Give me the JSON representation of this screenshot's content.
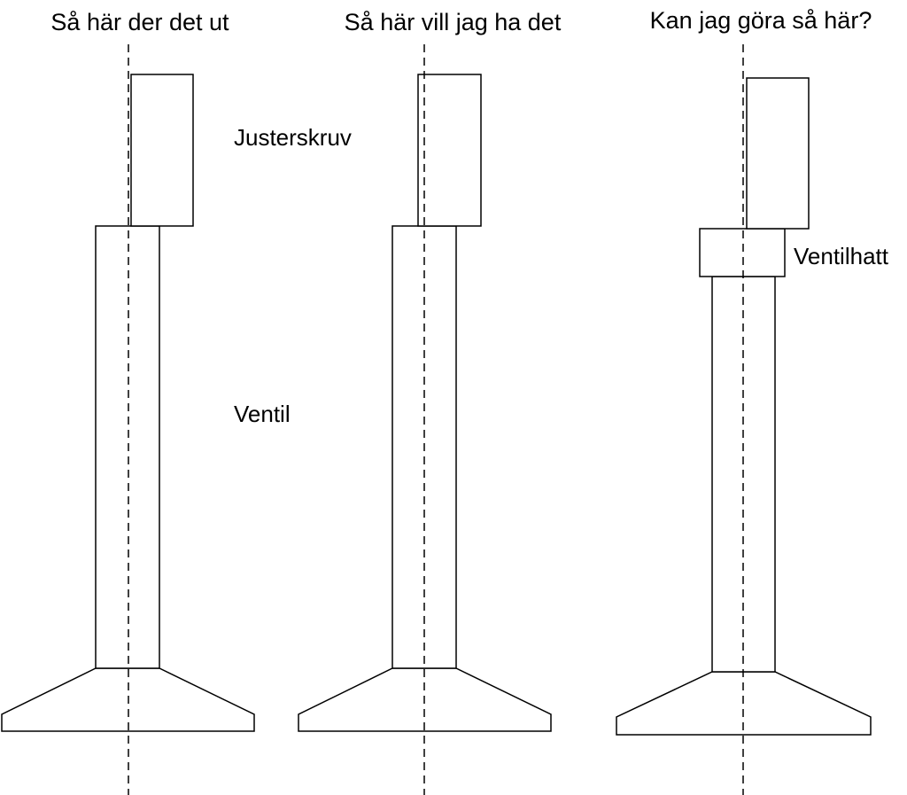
{
  "columns": [
    {
      "title": "Så här der det ut"
    },
    {
      "title": "Så här vill jag ha det"
    },
    {
      "title": "Kan jag göra så här?"
    }
  ],
  "labels": {
    "adjusting_screw": "Justerskruv",
    "valve": "Ventil",
    "valve_cap": "Ventilhatt"
  },
  "colors": {
    "line": "#000000",
    "background": "#ffffff"
  }
}
